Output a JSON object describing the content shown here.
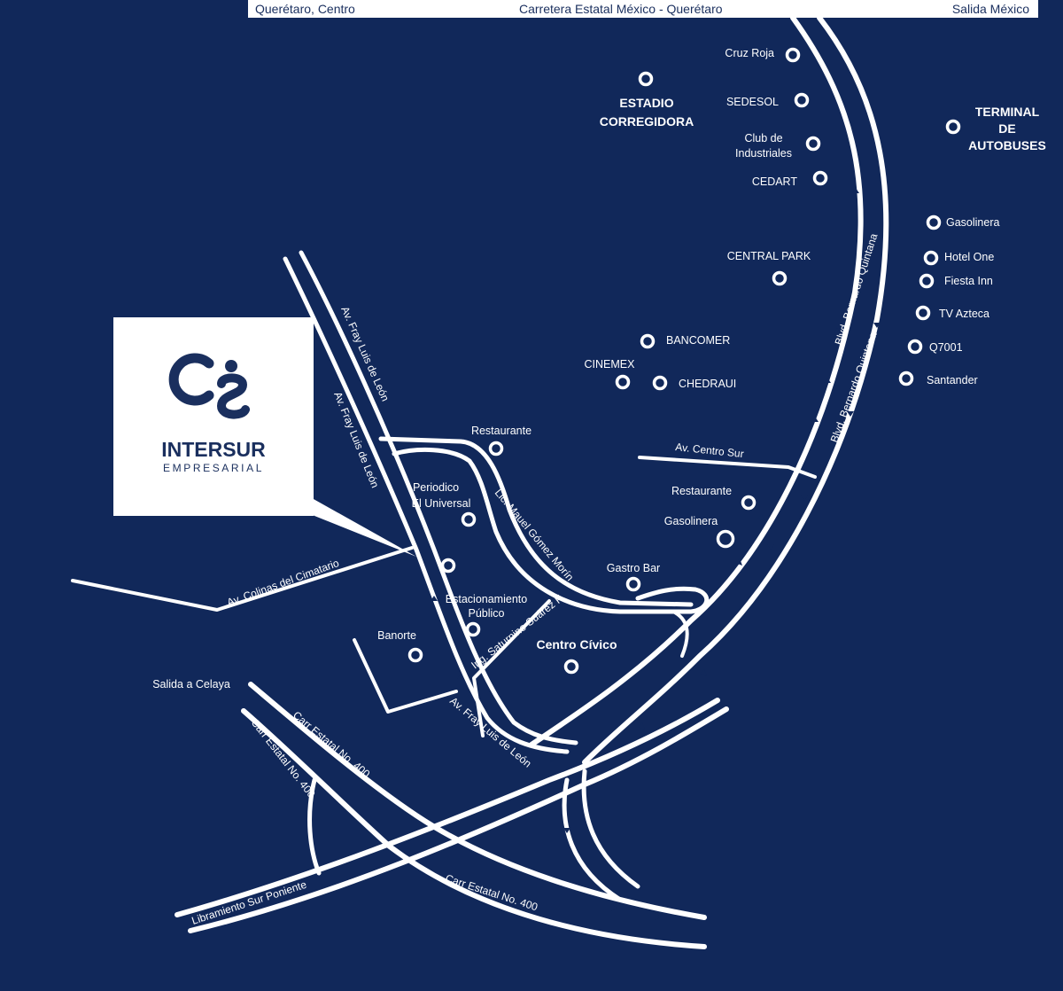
{
  "header_bar": {
    "left": "Querétaro, Centro",
    "center": "Carretera Estatal México - Querétaro",
    "right": "Salida México"
  },
  "logo": {
    "name": "INTERSUR",
    "subtitle": "EMPRESARIAL"
  },
  "landmarks": {
    "estadio_line1": "ESTADIO",
    "estadio_line2": "CORREGIDORA",
    "terminal_line1": "TERMINAL",
    "terminal_line2": "DE",
    "terminal_line3": "AUTOBUSES",
    "cruz_roja": "Cruz Roja",
    "sedesol": "SEDESOL",
    "club_line1": "Club de",
    "club_line2": "Industriales",
    "cedart": "CEDART",
    "central_park": "CENTRAL PARK",
    "gasolinera_east": "Gasolinera",
    "hotel_one": "Hotel One",
    "fiesta_inn": "Fiesta Inn",
    "tv_azteca": "TV Azteca",
    "q7001": "Q7001",
    "santander": "Santander",
    "bancomer": "BANCOMER",
    "cinemex": "CINEMEX",
    "chedraui": "CHEDRAUI",
    "restaurante_north": "Restaurante",
    "periodico_line1": "Periodico",
    "periodico_line2": "El Universal",
    "restaurante_east": "Restaurante",
    "gasolinera_south": "Gasolinera",
    "gastro_bar": "Gastro Bar",
    "estacionamiento_line1": "Estacionamiento",
    "estacionamiento_line2": "Público",
    "banorte": "Banorte",
    "centro_civico": "Centro Cívico",
    "salida_celaya": "Salida a Celaya"
  },
  "roads": {
    "fray_luis_1": "Av. Fray Luis de León",
    "fray_luis_2": "Av. Fray Luis de León",
    "fray_luis_3": "Av. Fray Luis de León",
    "colinas": "Av. Colinas del Cimatario",
    "gomez_morin": "Lic. Mauel Gómez Morín",
    "saturnino": "Ing. Saturnino Suárez F.",
    "centro_sur": "Av. Centro Sur",
    "quintana_1": "Blvd. Bernardo Quintana",
    "quintana_2": "Blvd. Bernardo Quintana",
    "estatal_1": "Carr Estatal No. 400",
    "estatal_2": "Carr Estatal No. 400",
    "estatal_3": "Carr Estatal No. 400",
    "libramiento": "Libramiento Sur Poniente"
  },
  "colors": {
    "background": "#11285a",
    "roads": "#ffffff",
    "brand": "#1a2f5e"
  }
}
